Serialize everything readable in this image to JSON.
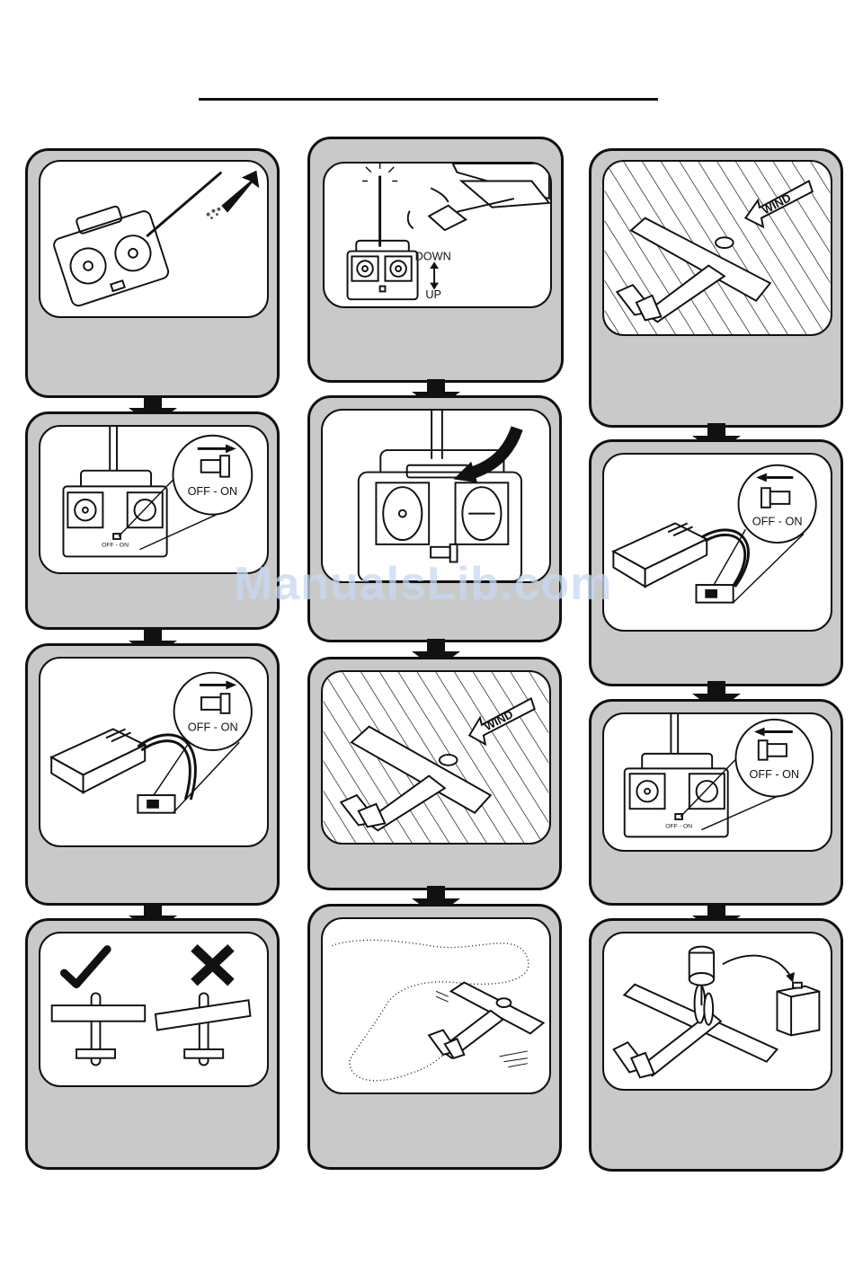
{
  "labels": {
    "off_on": "OFF - ON",
    "down": "DOWN",
    "up": "UP",
    "wind": "WIND"
  },
  "watermark": "ManualsLib.com"
}
